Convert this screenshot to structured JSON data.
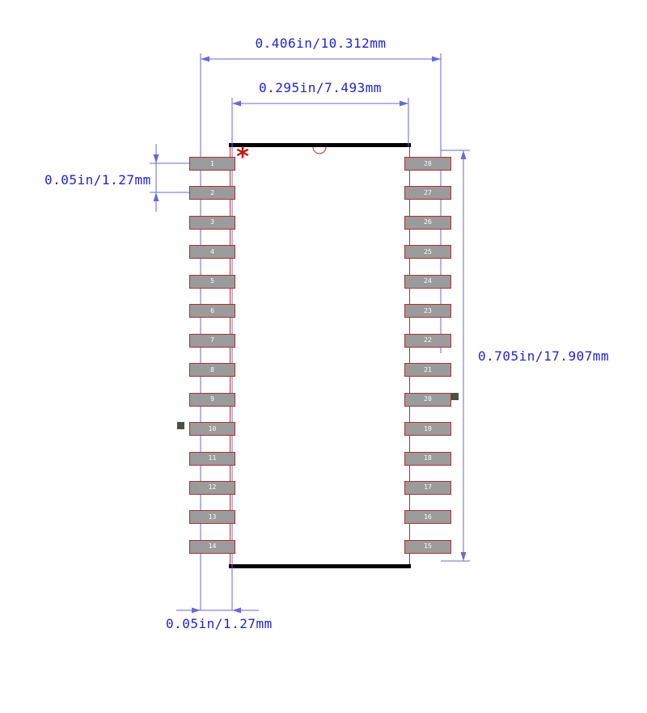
{
  "dimensions": {
    "overall_width": "0.406in/10.312mm",
    "body_width": "0.295in/7.493mm",
    "pin_pitch": "0.05in/1.27mm",
    "overall_height": "0.705in/17.907mm",
    "pad_length": "0.05in/1.27mm"
  },
  "markers": {
    "pin1": "*"
  },
  "pins": {
    "left": [
      "1",
      "2",
      "3",
      "4",
      "5",
      "6",
      "7",
      "8",
      "9",
      "10",
      "11",
      "12",
      "13",
      "14"
    ],
    "right": [
      "28",
      "27",
      "26",
      "25",
      "24",
      "23",
      "22",
      "21",
      "20",
      "19",
      "18",
      "17",
      "16",
      "15"
    ]
  },
  "colors": {
    "dimension_text": "#2323cc",
    "dimension_line": "#6a6ad2",
    "outline_red": "#b43030",
    "pad_fill": "#9b9b9b",
    "pad_border": "#a53434",
    "pin_number_text": "#ffffff",
    "body_edge": "#000000",
    "pin1_marker": "#cc1111",
    "alignment_marker": "#4e4e48"
  }
}
